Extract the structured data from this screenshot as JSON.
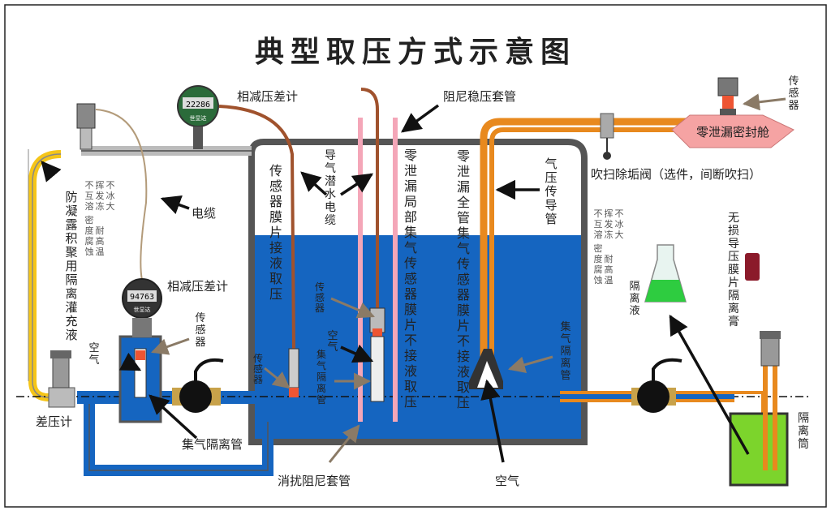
{
  "title": "典型取压方式示意图",
  "labels": {
    "gauge_top": "相减压差计",
    "gauge_mid": "相减压差计",
    "damping_sleeve": "阻尼稳压套管",
    "sensor_top_right": "传感器",
    "seal_chamber": "零泄漏密封舱",
    "purge_valve": "吹扫除垢阀（选件，间断吹扫）",
    "cable": "电缆",
    "diff_meter": "差压计",
    "gas_tube_bottom": "集气隔离管",
    "air_left": "空气",
    "sensor_small_left": "传感器",
    "sensor_small_tank": "传感器",
    "air_tank": "空气",
    "sleeve_bottom": "消扰阻尼套管",
    "air_bottom": "空气",
    "diaphragm_paste": "无损导压膜片隔离膏",
    "isolation_liquid": "隔离液",
    "isolation_cylinder": "隔离筒",
    "anti_condense": "防凝露积聚用隔离灌充液",
    "sensor_membrane_liquid": "传感器膜片接液取压",
    "guide_cable": "导气潜水电缆",
    "sensor_tank_mid": "传感器",
    "gas_tube_tank": "集气隔离管",
    "partial_leak": "零泄漏局部集气传感器膜片不接液取压",
    "full_leak": "零泄漏全管集气传感器膜片不接液取压",
    "pressure_tube": "气压传导管",
    "gas_tube_right": "集气隔离管"
  },
  "notes": {
    "left_col1": "不互溶",
    "left_col2": "挥发冻",
    "left_col3": "不冰大",
    "left_col4": "密度腐蚀",
    "left_col5": "耐高温",
    "right_col1": "不互溶",
    "right_col2": "挥发冻",
    "right_col3": "不冰大",
    "right_col4": "密度腐蚀",
    "right_col5": "耐高温"
  },
  "displays": {
    "gauge_top_value": "22286",
    "gauge_top_brand": "世显达",
    "gauge_mid_value": "94763",
    "gauge_mid_brand": "世显达"
  },
  "colors": {
    "water": "#1565c0",
    "tank_wall": "#555555",
    "brown_cable": "#a0522d",
    "pink_sleeve": "#f4a6b8",
    "orange_tube": "#e8891e",
    "yellow_tube": "#f5c518",
    "green_liquid": "#7cd42c",
    "seal_pink": "#f5a3a3"
  }
}
